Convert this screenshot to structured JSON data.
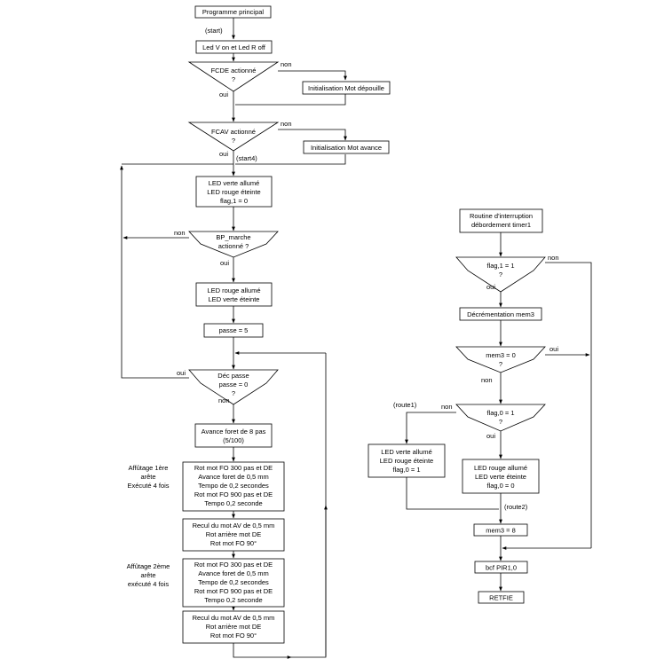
{
  "main": {
    "programme_principal": "Programme principal",
    "start": "(start)",
    "led_v_on": "Led V on et Led R off",
    "fcde": [
      "FCDE actionné",
      "?"
    ],
    "init_mot_depouille": "Initialisation Mot dépouille",
    "fcav": [
      "FCAV actionné",
      "?"
    ],
    "init_mot_avance": "Initialisation Mot avance",
    "start4": "(start4)",
    "led_verte_allume": [
      "LED verte allumé",
      "LED rouge éteinte",
      "flag,1 = 0"
    ],
    "bp_marche": [
      "BP_marche",
      "actionné ?"
    ],
    "led_rouge_allume": [
      "LED rouge allumé",
      "LED verte éteinte"
    ],
    "passe5": "passe = 5",
    "dec_passe": [
      "Déc passe",
      "passe = 0",
      "?"
    ],
    "avance_foret": [
      "Avance foret de 8 pas",
      "(5/100)"
    ],
    "affutage1": [
      "Affûtage 1ère",
      "arête",
      "Exécuté 4 fois"
    ],
    "rot_block1": [
      "Rot mot FO 300 pas et DE",
      "Avance foret de 0,5 mm",
      "Tempo de 0,2 secondes",
      "Rot mot FO 900 pas et DE",
      "Tempo 0,2 seconde"
    ],
    "recul1": [
      "Recul du mot AV de 0,5 mm",
      "Rot arrière mot DE",
      "Rot mot FO 90°"
    ],
    "affutage2": [
      "Affûtage 2ème",
      "arête",
      "exécuté 4 fois"
    ],
    "rot_block2": [
      "Rot mot FO 300 pas et DE",
      "Avance foret de 0,5 mm",
      "Tempo de 0,2 secondes",
      "Rot mot FO 900 pas et DE",
      "Tempo 0,2 seconde"
    ],
    "recul2": [
      "Recul du mot AV de 0,5 mm",
      "Rot arrière mot DE",
      "Rot mot FO 90°"
    ]
  },
  "routine": {
    "title": [
      "Routine d'interruption",
      "débordement timer1"
    ],
    "flag1": [
      "flag,1 = 1",
      "?"
    ],
    "decrementation": "Décrémentation mem3",
    "mem3_zero": [
      "mem3 = 0",
      "?"
    ],
    "route1": "(route1)",
    "flag0": [
      "flag,0 = 1",
      "?"
    ],
    "led_verte_box": [
      "LED verte allumé",
      "LED rouge éteinte",
      "flag,0 = 1"
    ],
    "led_rouge_box": [
      "LED rouge allumé",
      "LED verte éteinte",
      "flag,0 = 0"
    ],
    "route2": "(route2)",
    "mem3_8": "mem3 = 8",
    "bcf": "bcf PIR1,0",
    "retfie": "RETFIE"
  },
  "labels": {
    "oui": "oui",
    "non": "non"
  }
}
